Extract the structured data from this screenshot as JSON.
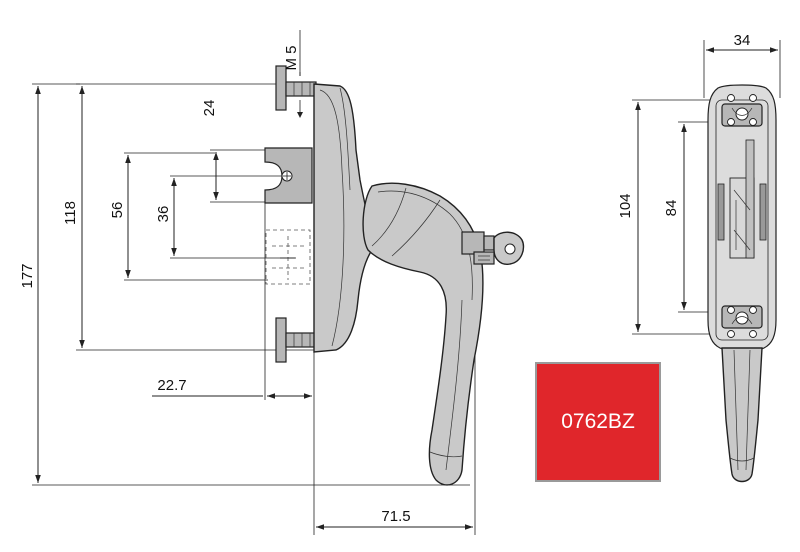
{
  "dimensions": {
    "thread": "M 5",
    "overall_height": "177",
    "screw_spacing": "118",
    "spindle_offset_1": "24",
    "spindle_offset_2": "56",
    "spindle_offset_3": "36",
    "spindle_depth": "22.7",
    "handle_projection": "71.5",
    "plate_width": "34",
    "plate_length": "104",
    "hole_spacing": "84"
  },
  "product_code": "0762BZ",
  "colors": {
    "badge": "#e0262b",
    "badge_border": "#9a9a9a"
  }
}
